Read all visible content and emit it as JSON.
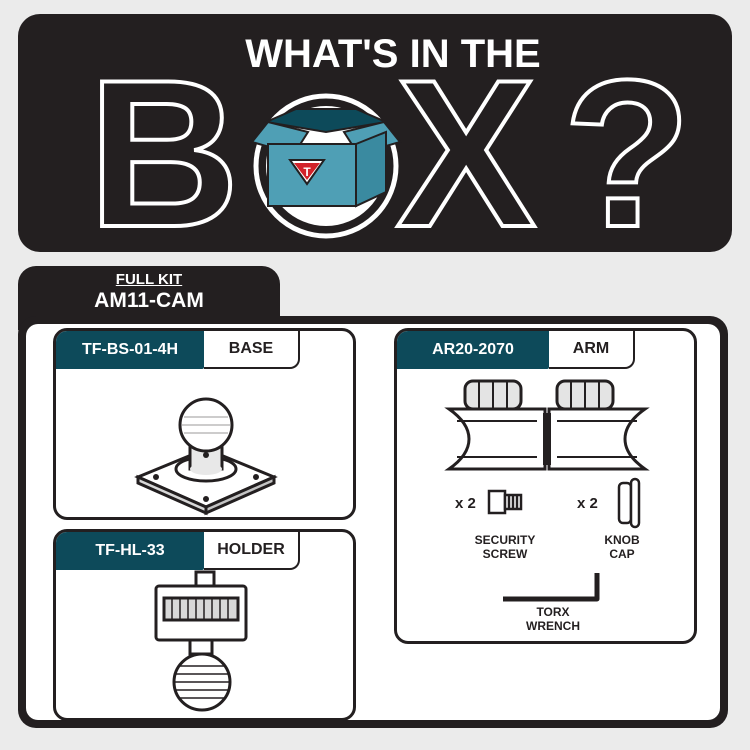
{
  "header": {
    "title_top": "WHAT'S IN THE",
    "letter_b": "B",
    "letter_x": "X",
    "question_mark": "?",
    "logo_text": "T"
  },
  "kit": {
    "label": "FULL KIT",
    "code": "AM11-CAM"
  },
  "items": {
    "base": {
      "code": "TF-BS-01-4H",
      "name": "BASE"
    },
    "holder": {
      "code": "TF-HL-33",
      "name": "HOLDER"
    },
    "arm": {
      "code": "AR20-2070",
      "name": "ARM",
      "screw_qty": "x 2",
      "screw_label_1": "SECURITY",
      "screw_label_2": "SCREW",
      "cap_qty": "x 2",
      "cap_label_1": "KNOB",
      "cap_label_2": "CAP",
      "wrench_label_1": "TORX",
      "wrench_label_2": "WRENCH"
    }
  },
  "colors": {
    "dark": "#231f20",
    "teal": "#0d4a5a",
    "box_teal": "#4f9fb5",
    "logo_red": "#d2232a",
    "background": "#ebebeb"
  }
}
